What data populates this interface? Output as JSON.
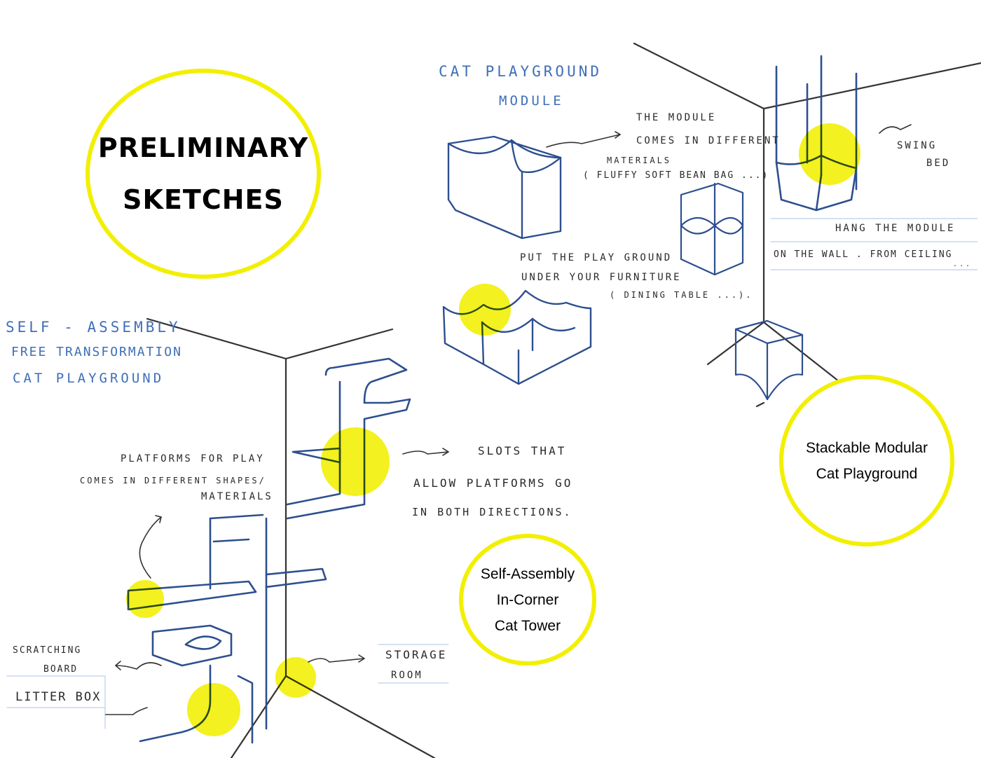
{
  "title": {
    "lines": [
      "PRELIMINARY",
      "SKETCHES"
    ]
  },
  "accent_color": "#f2ef00",
  "concepts": [
    {
      "id": "stackable",
      "lines": [
        "Stackable Modular",
        "Cat Playground"
      ]
    },
    {
      "id": "cat-tower",
      "lines": [
        "Self-Assembly",
        "In-Corner",
        "Cat Tower"
      ]
    }
  ],
  "module_sketch": {
    "heading": [
      "CAT  PLAYGROUND",
      "MODULE"
    ],
    "materials_note": [
      "THE  MODULE",
      "COMES  IN  DIFFERENT",
      "MATERIALS",
      "( FLUFFY  SOFT  BEAN BAG ...)"
    ],
    "furniture_note": [
      "PUT  THE  PLAY  GROUND",
      "UNDER  YOUR  FURNITURE",
      "( DINING  TABLE ...)."
    ],
    "swing_note": [
      "SWING",
      "BED"
    ],
    "hang_note": [
      "HANG  THE  MODULE",
      "ON  THE  WALL .  FROM  CEILING",
      "..."
    ]
  },
  "tower_sketch": {
    "heading": [
      "SELF - ASSEMBLY",
      "FREE  TRANSFORMATION",
      "CAT  PLAYGROUND"
    ],
    "platforms_note": [
      "PLATFORMS  FOR  PLAY",
      "COMES  IN  DIFFERENT  SHAPES/",
      "MATERIALS"
    ],
    "slots_note": [
      "SLOTS  THAT",
      "ALLOW  PLATFORMS  GO",
      "IN  BOTH  DIRECTIONS."
    ],
    "scratching_label": [
      "SCRATCHING",
      "BOARD"
    ],
    "litter_label": "LITTER  BOX",
    "storage_label": [
      "STORAGE",
      "ROOM"
    ]
  }
}
